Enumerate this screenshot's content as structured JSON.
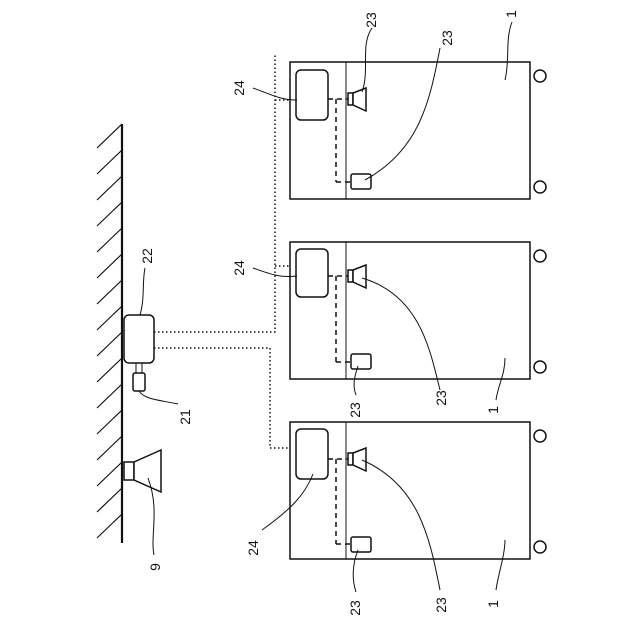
{
  "labels": {
    "cabinet": "1",
    "wall_speaker": "9",
    "camera": "21",
    "controller": "22",
    "sensor": "23",
    "unit": "24"
  }
}
